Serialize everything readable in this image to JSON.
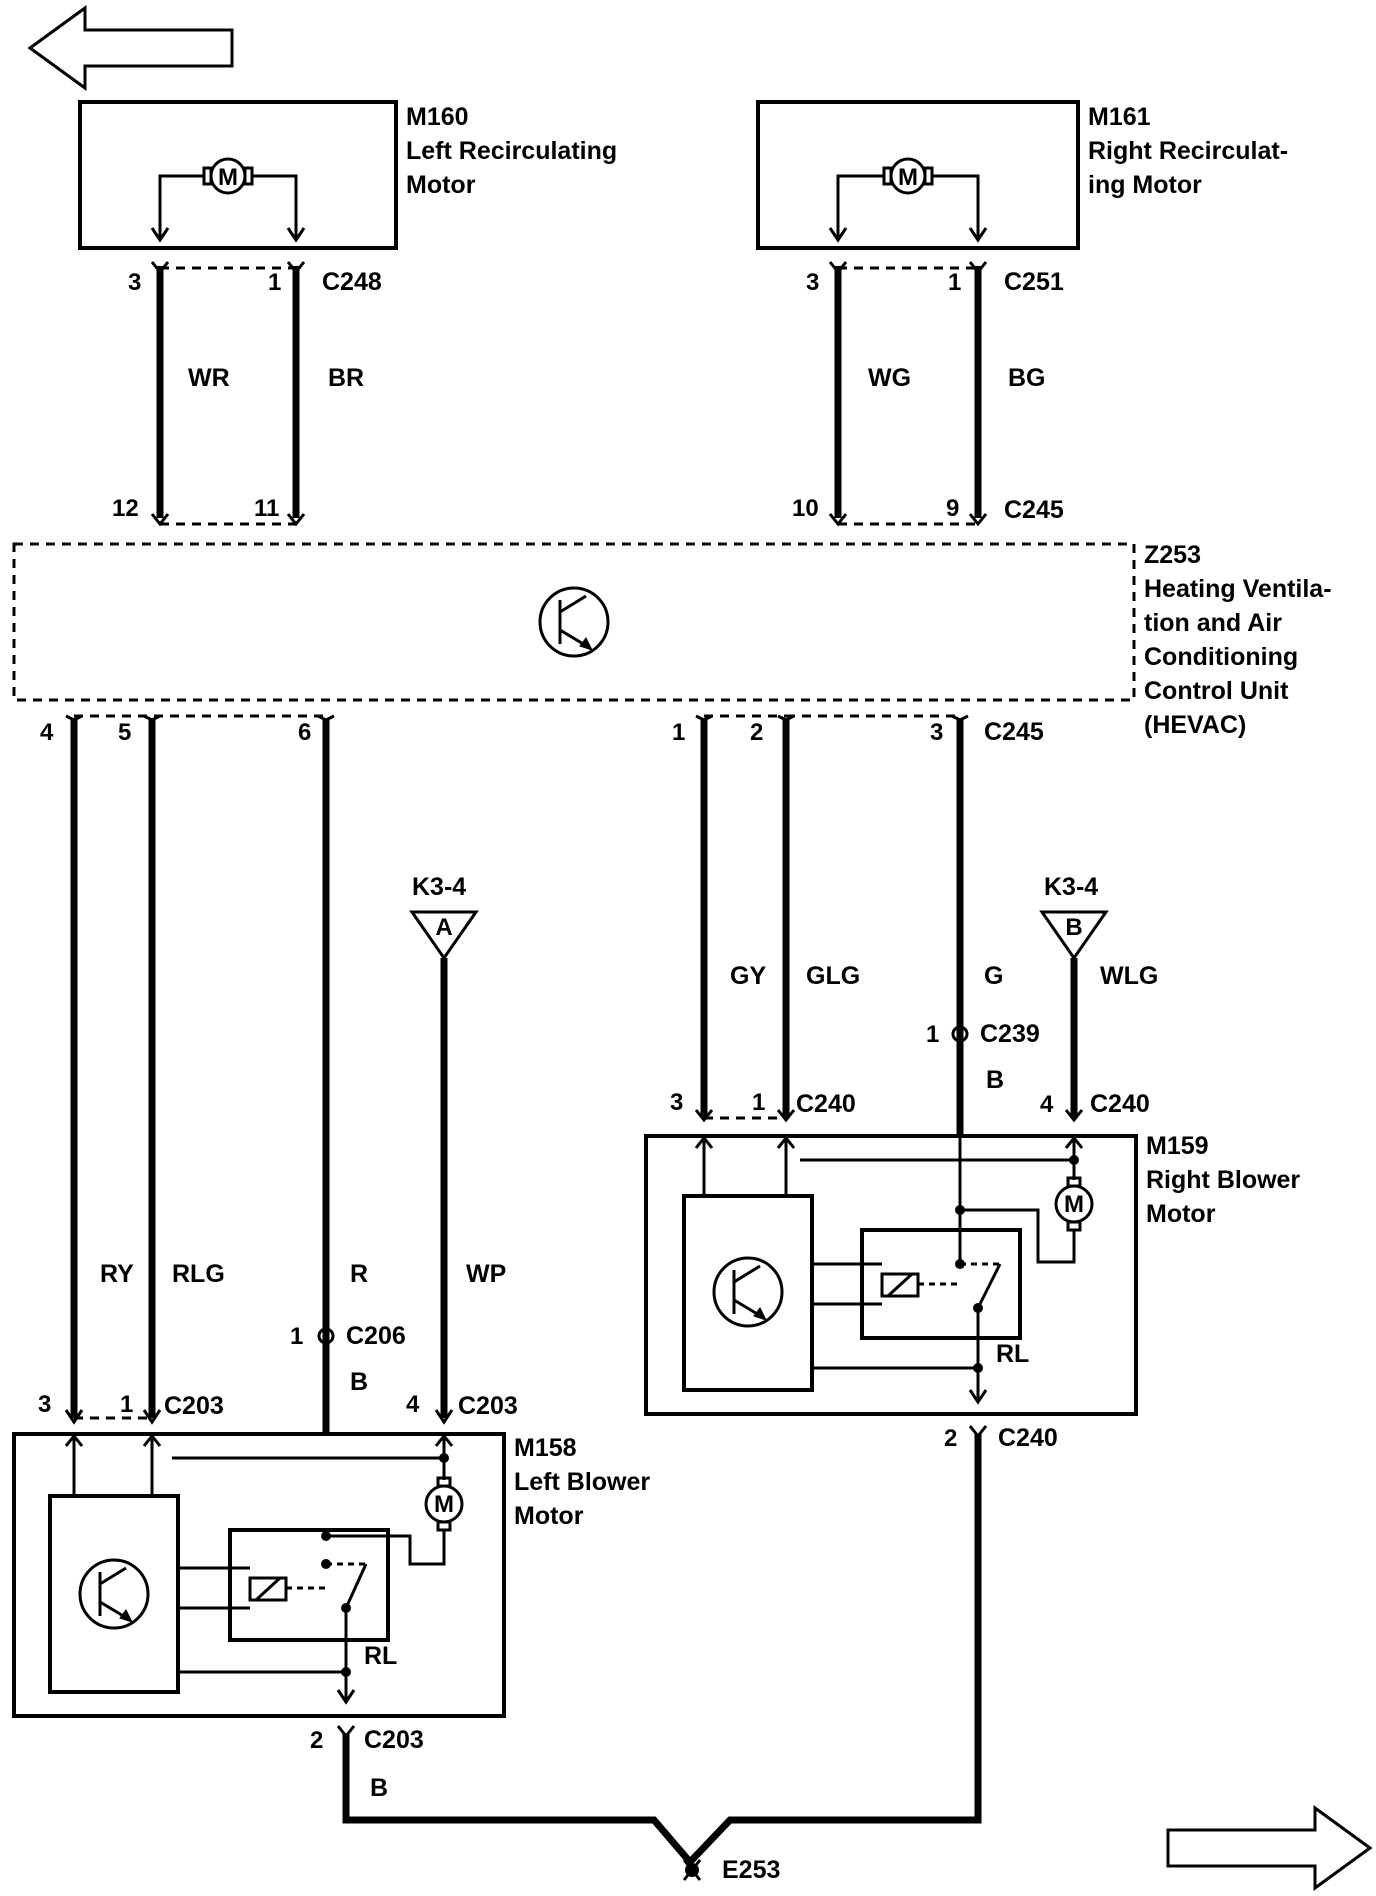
{
  "components": {
    "m160": {
      "id": "M160",
      "name_line1": "Left Recirculating",
      "name_line2": "Motor"
    },
    "m161": {
      "id": "M161",
      "name_line1": "Right Recirculat-",
      "name_line2": "ing Motor"
    },
    "z253": {
      "id": "Z253",
      "name_line1": "Heating Ventila-",
      "name_line2": "tion and Air",
      "name_line3": "Conditioning",
      "name_line4": "Control Unit",
      "name_line5": "(HEVAC)"
    },
    "m159": {
      "id": "M159",
      "name_line1": "Right Blower",
      "name_line2": "Motor",
      "relay": "RL"
    },
    "m158": {
      "id": "M158",
      "name_line1": "Left Blower",
      "name_line2": "Motor",
      "relay": "RL"
    },
    "motor_symbol": "M",
    "k3_4_a": {
      "id": "K3-4",
      "letter": "A"
    },
    "k3_4_b": {
      "id": "K3-4",
      "letter": "B"
    },
    "ground": {
      "id": "E253"
    }
  },
  "connectors": {
    "c248": "C248",
    "c251": "C251",
    "c245_top": "C245",
    "c245_bottom": "C245",
    "c239": "C239",
    "c240_top": "C240",
    "c240_wlg": "C240",
    "c240_bottom": "C240",
    "c206": "C206",
    "c203_top": "C203",
    "c203_wp": "C203",
    "c203_bottom": "C203"
  },
  "pins": {
    "m160_3": "3",
    "m160_1": "1",
    "m161_3": "3",
    "m161_1": "1",
    "hevac_12": "12",
    "hevac_11": "11",
    "hevac_10": "10",
    "hevac_9": "9",
    "hevac_4": "4",
    "hevac_5": "5",
    "hevac_6": "6",
    "hevac_1": "1",
    "hevac_2": "2",
    "hevac_3": "3",
    "c239_1": "1",
    "c240_3": "3",
    "c240_1": "1",
    "c240_4": "4",
    "c240_2": "2",
    "c206_1": "1",
    "c203_3": "3",
    "c203_1": "1",
    "c203_4": "4",
    "c203_2": "2"
  },
  "wires": {
    "wr": "WR",
    "br": "BR",
    "wg": "WG",
    "bg": "BG",
    "gy": "GY",
    "glg": "GLG",
    "g": "G",
    "wlg": "WLG",
    "b_c239": "B",
    "ry": "RY",
    "rlg": "RLG",
    "r": "R",
    "wp": "WP",
    "b_c206": "B",
    "b_ground": "B"
  }
}
